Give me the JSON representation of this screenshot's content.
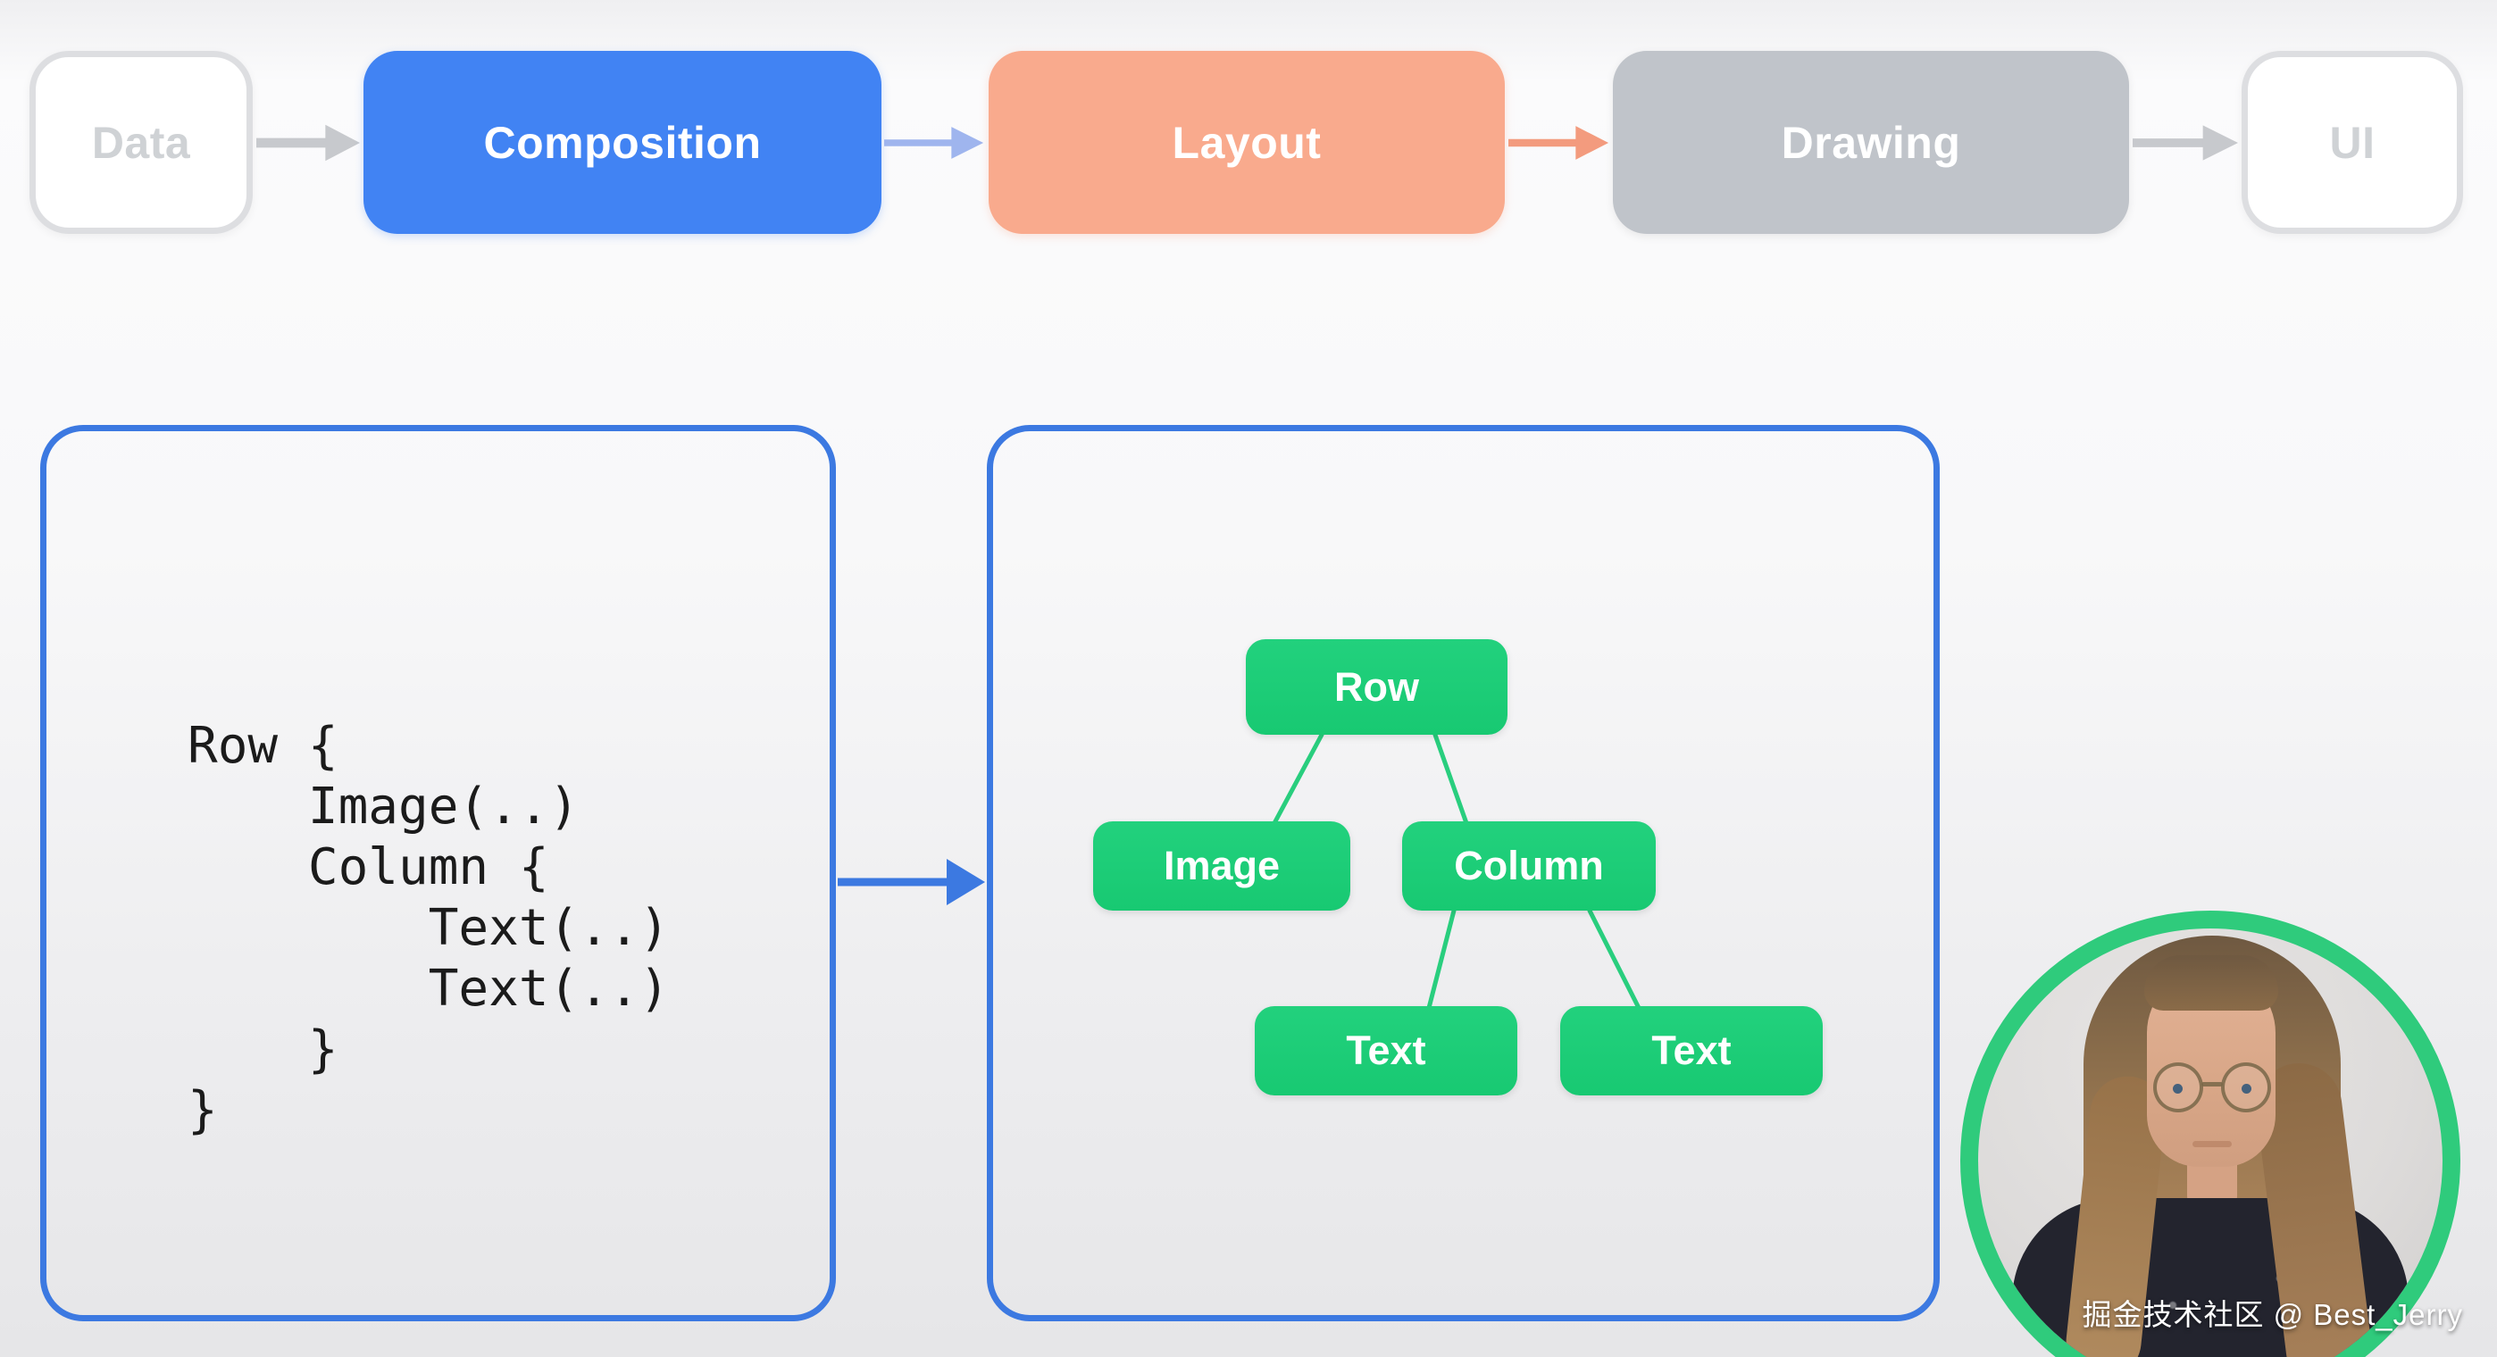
{
  "pipeline": {
    "stages": [
      {
        "label": "Data",
        "variant": "outline"
      },
      {
        "label": "Composition",
        "variant": "blue"
      },
      {
        "label": "Layout",
        "variant": "salmon"
      },
      {
        "label": "Drawing",
        "variant": "gray"
      },
      {
        "label": "UI",
        "variant": "outline"
      }
    ],
    "arrows": [
      {
        "from": "Data",
        "to": "Composition",
        "color": "#c7c9cd"
      },
      {
        "from": "Composition",
        "to": "Layout",
        "color": "#9fb5ee"
      },
      {
        "from": "Layout",
        "to": "Drawing",
        "color": "#f39b7e"
      },
      {
        "from": "Drawing",
        "to": "UI",
        "color": "#c7c9cd"
      }
    ]
  },
  "code_panel": {
    "code": "Row {\n    Image(..)\n    Column {\n        Text(..)\n        Text(..)\n    }\n}"
  },
  "tree_panel": {
    "nodes": [
      {
        "id": "row",
        "label": "Row"
      },
      {
        "id": "image",
        "label": "Image"
      },
      {
        "id": "column",
        "label": "Column"
      },
      {
        "id": "text-1",
        "label": "Text"
      },
      {
        "id": "text-2",
        "label": "Text"
      }
    ],
    "edges": [
      {
        "from": "row",
        "to": "image"
      },
      {
        "from": "row",
        "to": "column"
      },
      {
        "from": "column",
        "to": "text-1"
      },
      {
        "from": "column",
        "to": "text-2"
      }
    ]
  },
  "watermark": {
    "text": "掘金技术社区 @ Best_Jerry"
  },
  "colors": {
    "stage_blue": "#4183f3",
    "stage_salmon": "#f9aa8d",
    "stage_gray": "#c0c4ca",
    "outline_border": "#dddee1",
    "outline_text": "#cfd2d5",
    "panel_border_blue": "#3c79e1",
    "arrow_gray": "#c7c9cd",
    "arrow_light_blue": "#9fb5ee",
    "arrow_salmon": "#f39b7e",
    "node_green": "#1bce76",
    "edge_green": "#29ce7e",
    "webcam_ring_green": "#2fcb7c"
  }
}
